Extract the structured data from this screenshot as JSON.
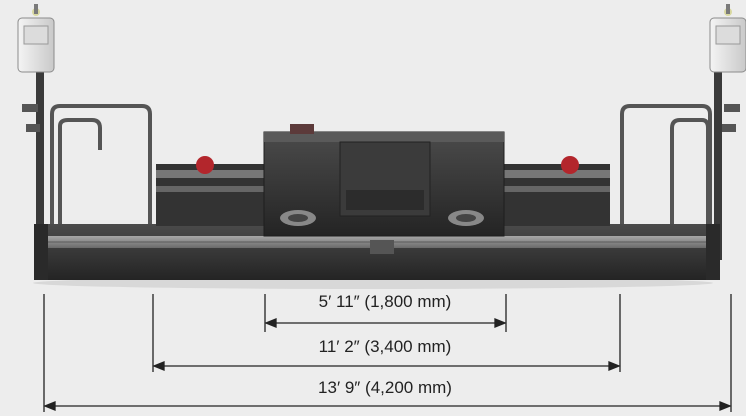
{
  "dimensions": [
    {
      "label": "5′ 11″ (1,800 mm)"
    },
    {
      "label": "11′ 2″ (3,400 mm)"
    },
    {
      "label": "13′ 9″ (4,200 mm)"
    }
  ],
  "colors": {
    "background": "#ededed",
    "machine_dark": "#2b2b2b",
    "machine_mid": "#4a4a4a",
    "machine_light": "#7a7a7a",
    "rail": "#8a8a8a",
    "accent_red": "#b3262c",
    "dimension_line": "#222222"
  }
}
